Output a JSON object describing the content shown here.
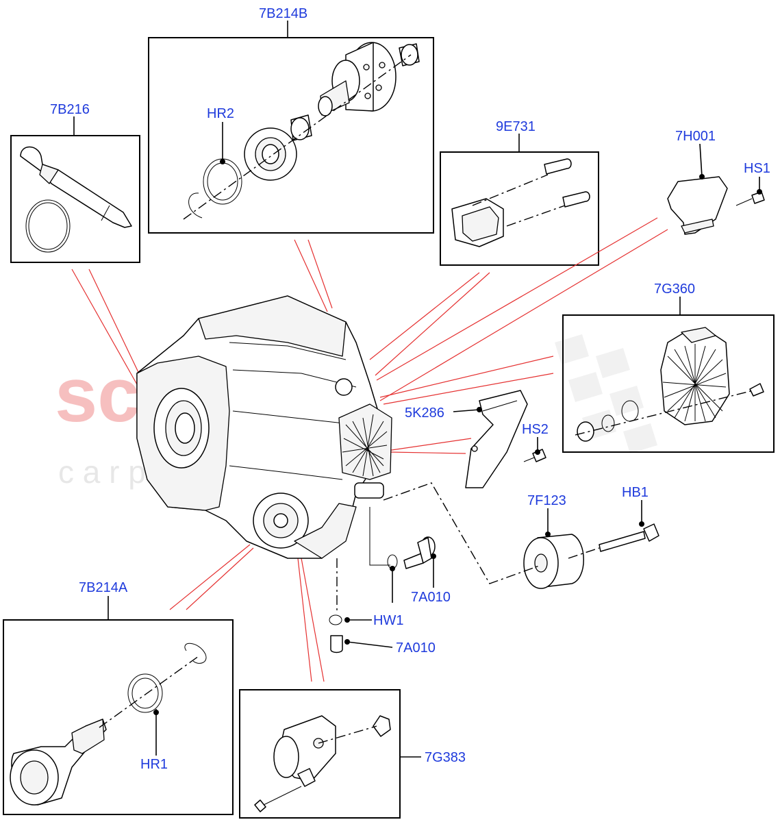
{
  "watermark": {
    "brand": "scuderia",
    "tagline": "c a r p a r t s",
    "brand_color": "#f08c8c",
    "tagline_color": "#d9d9d9"
  },
  "colors": {
    "label": "#1e3adc",
    "callout_line": "#e53030"
  },
  "labels": {
    "p_7B214B": "7B214B",
    "p_7B216": "7B216",
    "p_HR2": "HR2",
    "p_9E731": "9E731",
    "p_7H001": "7H001",
    "p_HS1": "HS1",
    "p_7G360": "7G360",
    "p_5K286": "5K286",
    "p_HS2": "HS2",
    "p_7F123": "7F123",
    "p_HB1": "HB1",
    "p_7A010_a": "7A010",
    "p_HW1": "HW1",
    "p_7A010_b": "7A010",
    "p_7B214A": "7B214A",
    "p_HR1": "HR1",
    "p_7G383": "7G383"
  },
  "icons": [
    "transfer-case-icon",
    "sealant-tube-icon",
    "o-ring-icon",
    "output-flange-icon",
    "actuator-motor-icon",
    "bracket-icon",
    "bolt-icon",
    "bushing-icon",
    "sensor-icon",
    "circlip-icon",
    "bearing-icon"
  ]
}
